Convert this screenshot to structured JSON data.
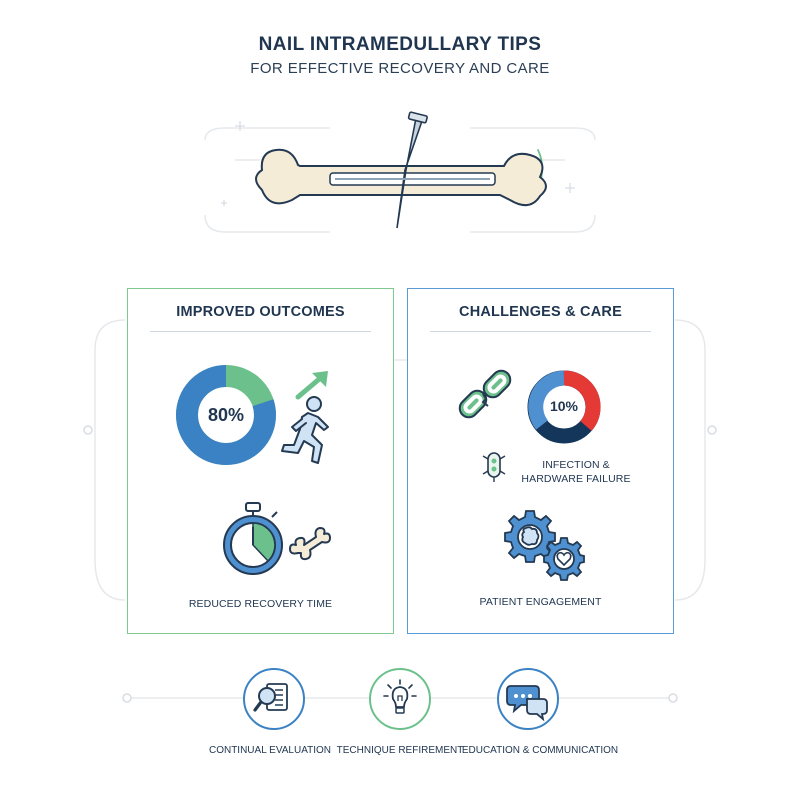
{
  "header": {
    "title": "NAIL INTRAMEDULLARY TIPS",
    "subtitle": "FOR EFFECTIVE RECOVERY AND CARE"
  },
  "hero": {
    "icon": "bone-with-nail-icon"
  },
  "panels": {
    "left": {
      "title": "IMPROVED OUTCOMES",
      "donut": {
        "value": 80,
        "label": "80%",
        "colors": [
          "#3b82c4",
          "#6cc08b"
        ]
      },
      "running_icon": "running-person-icon",
      "arrow_icon": "trend-up-arrow-icon",
      "stopwatch_icon": "stopwatch-icon",
      "bone_icon": "bone-icon",
      "caption": "REDUCED RECOVERY TIME"
    },
    "right": {
      "title": "CHALLENGES & CARE",
      "donut": {
        "value": 10,
        "label": "10%",
        "colors": [
          "#e53935",
          "#14365a",
          "#4f90d0"
        ]
      },
      "broken_link_icon": "broken-chain-icon",
      "bug_icon": "alert-device-icon",
      "risk_line1": "INFECTION &",
      "risk_line2": "HARDWARE FAILURE",
      "gears_icon": "gears-brain-heart-icon",
      "caption": "PATIENT ENGAGEMENT"
    }
  },
  "footer": {
    "items": [
      {
        "label": "CONTINUAL EVALUATION",
        "icon": "document-magnifier-icon",
        "color": "#3b82c4"
      },
      {
        "label": "TECHNIQUE REFIREMENT",
        "icon": "lightbulb-icon",
        "color": "#6cc08b"
      },
      {
        "label": "EDUCATION & COMMUNICATION",
        "icon": "chat-bubbles-icon",
        "color": "#3b82c4"
      }
    ]
  }
}
